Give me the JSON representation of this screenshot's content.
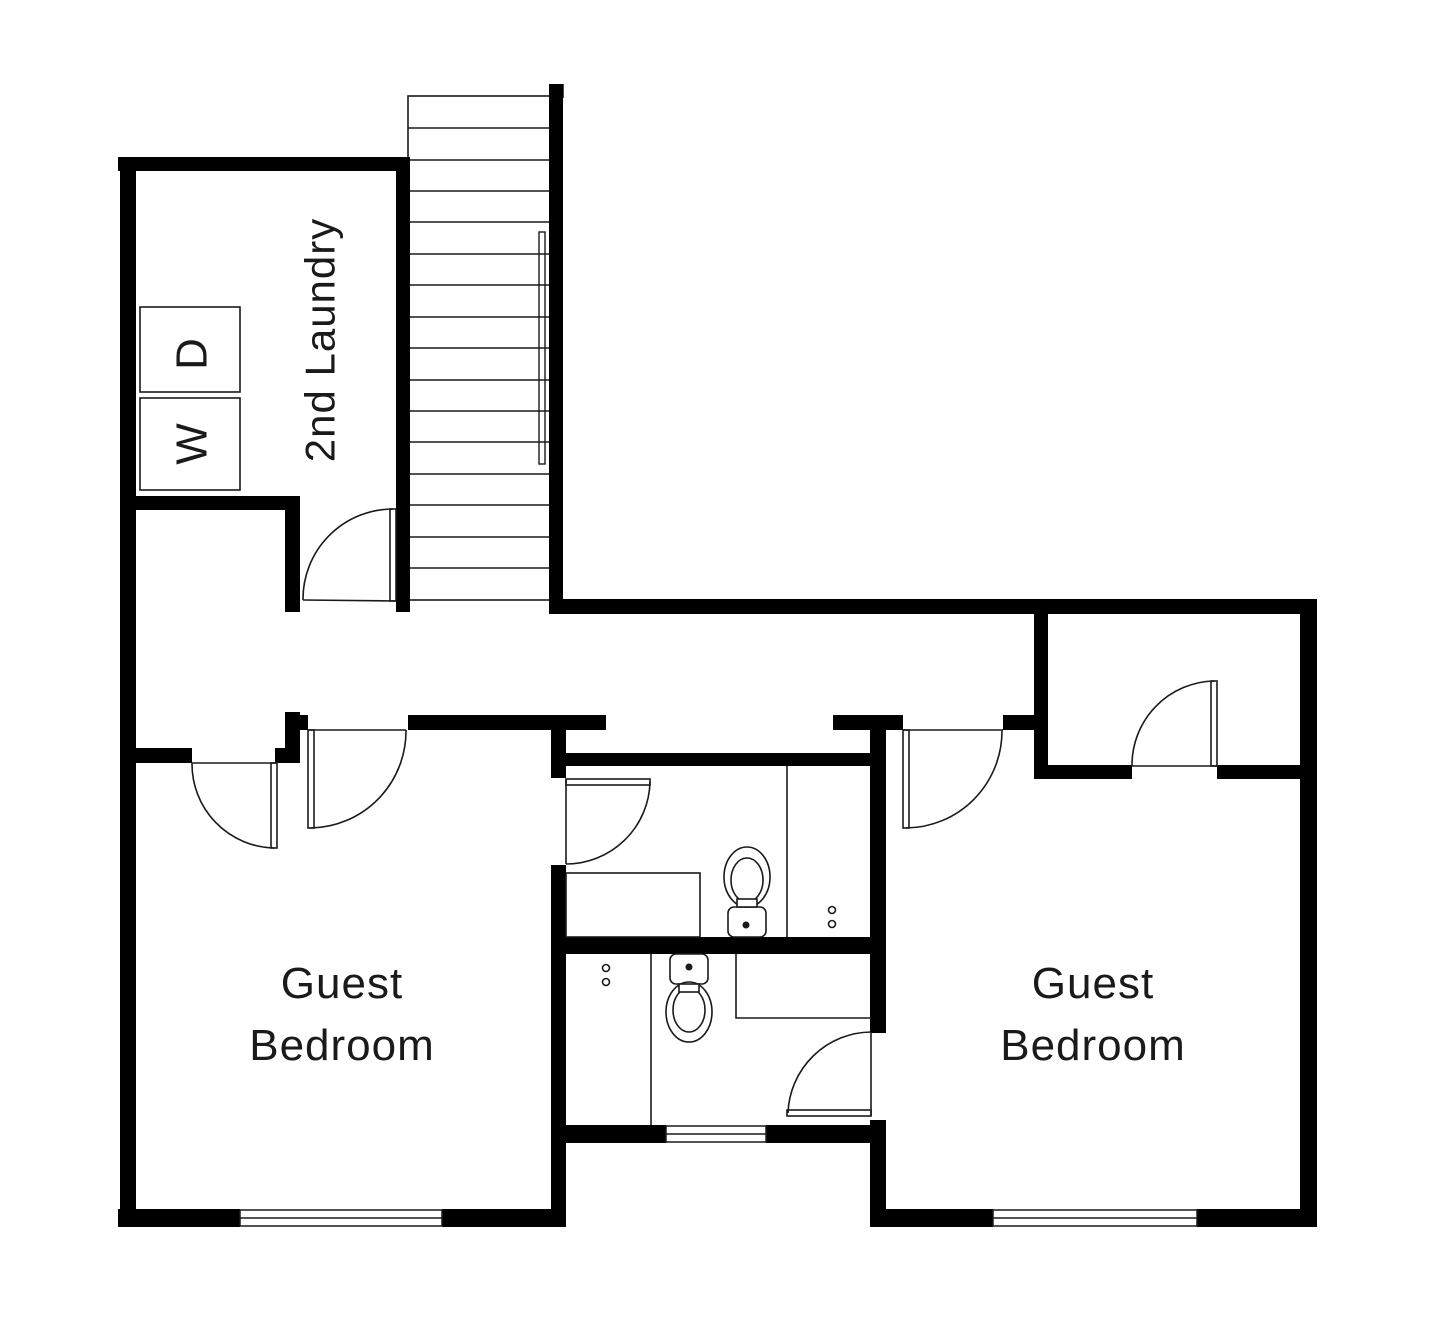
{
  "rooms": {
    "laundry": "2nd Laundry",
    "guest_left_line1": "Guest",
    "guest_left_line2": "Bedroom",
    "guest_right_line1": "Guest",
    "guest_right_line2": "Bedroom"
  },
  "appliances": {
    "dryer": "D",
    "washer": "W"
  }
}
